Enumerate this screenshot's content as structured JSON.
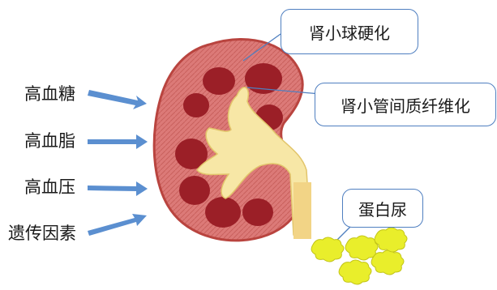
{
  "risk_factors": [
    {
      "id": "hyperglycemia",
      "label": "高血糖"
    },
    {
      "id": "hyperlipidemia",
      "label": "高血脂"
    },
    {
      "id": "hypertension",
      "label": "高血压"
    },
    {
      "id": "genetics",
      "label": "遗传因素"
    }
  ],
  "callouts": {
    "glomerulosclerosis": "肾小球硬化",
    "interstitial_fibrosis": "肾小管间质纤维化",
    "proteinuria": "蛋白尿"
  },
  "colors": {
    "arrow": "#5b8fd0",
    "cortex": "#dc7a78",
    "cortex_outline": "#b9443f",
    "pyramid": "#9b1f27",
    "pelvis": "#f7e7a6",
    "ureter": "#f2d486",
    "protein": "#e9ee2b",
    "callout_border": "#4f7fc0"
  }
}
